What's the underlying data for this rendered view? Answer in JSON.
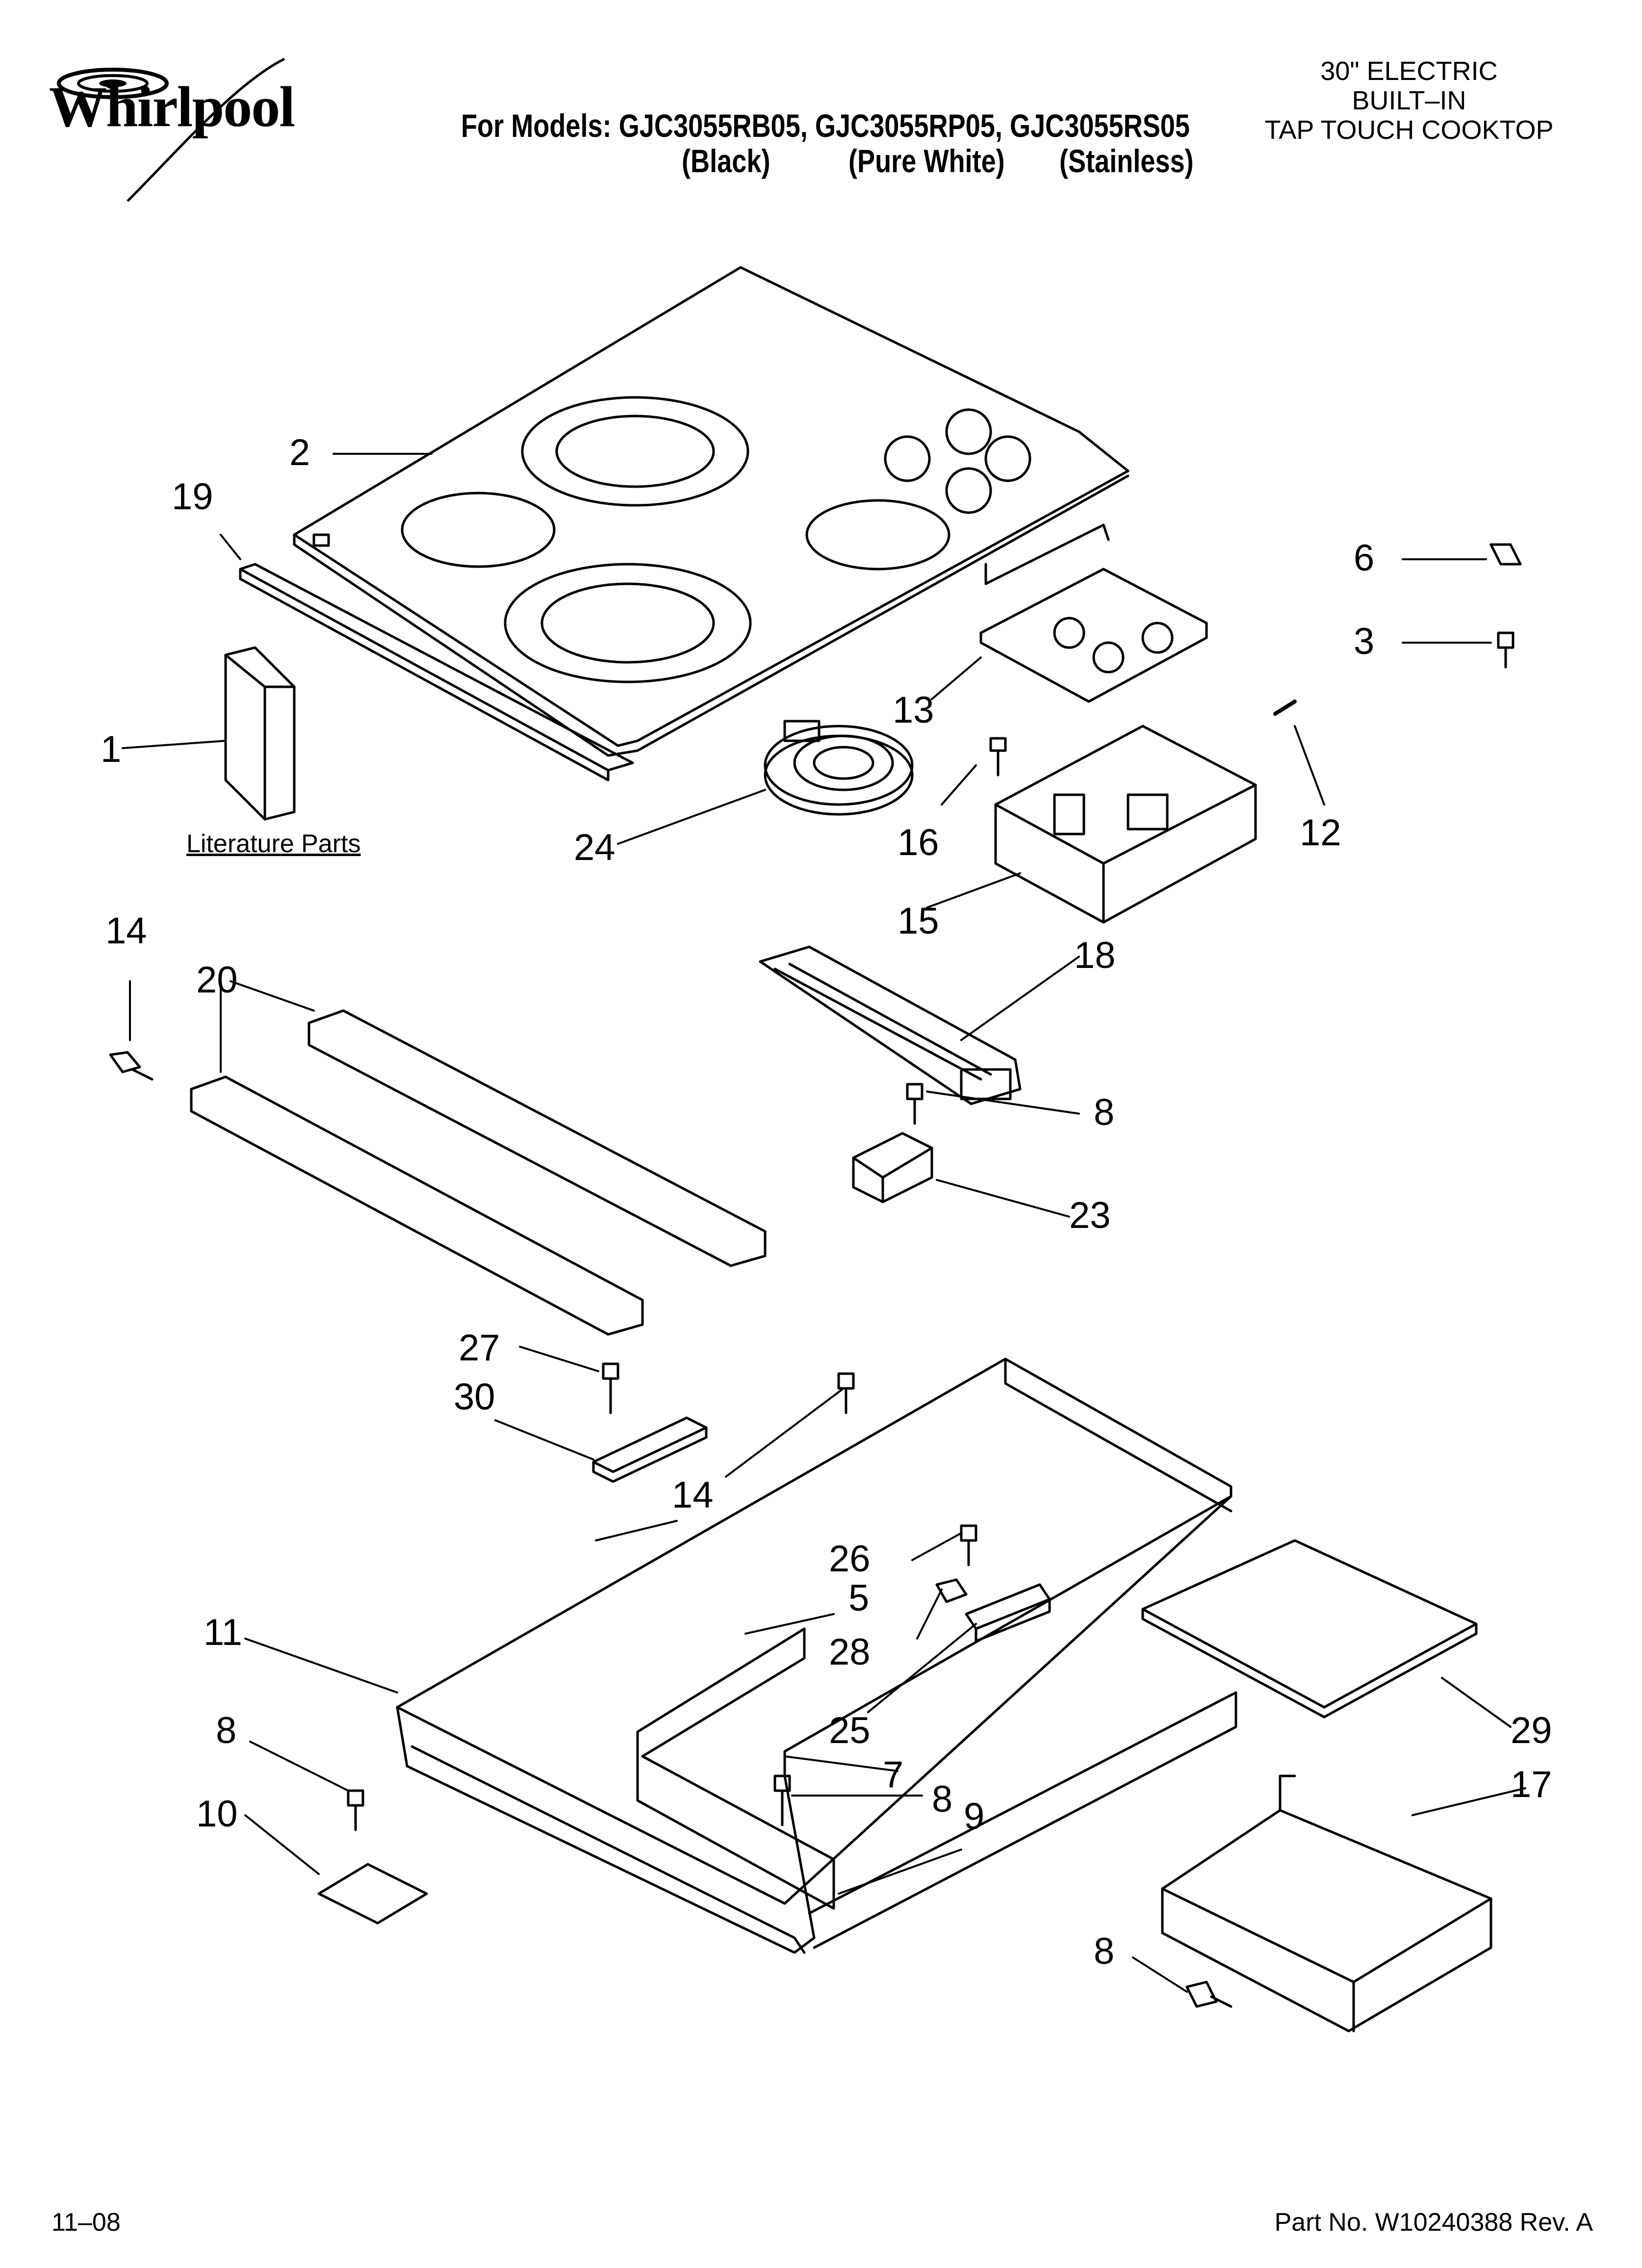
{
  "header": {
    "brand": "Whirlpool",
    "models_line": "For Models: GJC3055RB05, GJC3055RP05, GJC3055RS05",
    "variants": [
      "(Black)",
      "(Pure White)",
      "(Stainless)"
    ],
    "title_lines": [
      "30\" ELECTRIC",
      "BUILT–IN",
      "TAP TOUCH COOKTOP"
    ]
  },
  "footer": {
    "date": "11–08",
    "part_no": "Part No. W10240388 Rev. A"
  },
  "literature_label": "Literature Parts",
  "callouts": [
    "2",
    "19",
    "1",
    "24",
    "13",
    "16",
    "15",
    "12",
    "6",
    "3",
    "14",
    "20",
    "18",
    "8",
    "23",
    "27",
    "30",
    "14",
    "26",
    "5",
    "28",
    "11",
    "25",
    "7",
    "8",
    "9",
    "29",
    "17",
    "8",
    "10",
    "8"
  ]
}
